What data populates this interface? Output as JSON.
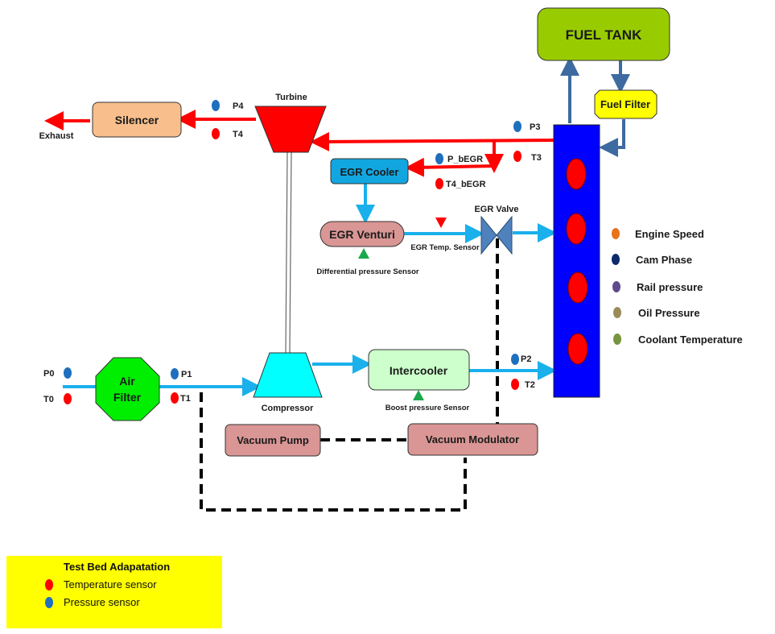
{
  "colors": {
    "exhaust_line": "#ff0000",
    "air_line": "#1ab0ec",
    "fuel_line": "#3d6aa0",
    "engine_block": "#0000ff",
    "cylinder": "#ff0000",
    "temperature_sensor": "#ff0000",
    "pressure_sensor": "#1f6fbf",
    "delta_sensor": "#19a84b",
    "legend_bg": "#ffff00"
  },
  "components": {
    "fuel_tank": "FUEL TANK",
    "fuel_filter": "Fuel Filter",
    "turbine": "Turbine",
    "silencer": "Silencer",
    "exhaust": "Exhaust",
    "egr_cooler": "EGR Cooler",
    "egr_venturi": "EGR Venturi",
    "egr_valve": "EGR Valve",
    "egr_temp_sensor": "EGR Temp. Sensor",
    "differential_pressure_sensor": "Differential pressure Sensor",
    "air_filter_line1": "Air",
    "air_filter_line2": "Filter",
    "compressor": "Compressor",
    "intercooler": "Intercooler",
    "boost_pressure_sensor": "Boost pressure Sensor",
    "vacuum_pump": "Vacuum Pump",
    "vacuum_modulator": "Vacuum Modulator"
  },
  "sensors": {
    "P0": "P0",
    "T0": "T0",
    "P1": "P1",
    "T1": "T1",
    "P2": "P2",
    "T2": "T2",
    "P3": "P3",
    "T3": "T3",
    "P4": "P4",
    "T4": "T4",
    "P_bEGR": "P_bEGR",
    "T4_bEGR": "T4_bEGR"
  },
  "engine_signals": [
    {
      "label": "Engine Speed",
      "color": "#e8731a"
    },
    {
      "label": "Cam Phase",
      "color": "#0d2a6b"
    },
    {
      "label": "Rail pressure",
      "color": "#5e4a8c"
    },
    {
      "label": "Oil Pressure",
      "color": "#9a8c5a"
    },
    {
      "label": "Coolant Temperature",
      "color": "#77953d"
    }
  ],
  "legend": {
    "title": "Test Bed Adapatation",
    "items": [
      {
        "label": "Temperature sensor",
        "color": "#ff0000"
      },
      {
        "label": "Pressure sensor",
        "color": "#1f6fbf"
      }
    ]
  }
}
